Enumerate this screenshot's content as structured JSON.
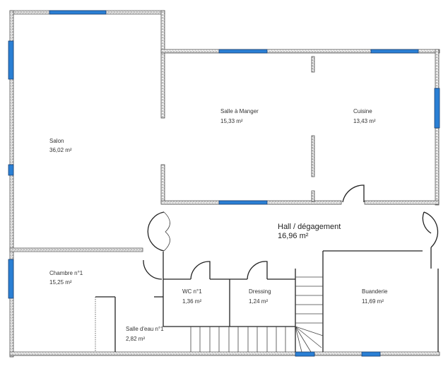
{
  "rooms": [
    {
      "name": "Salon",
      "area": "36,02  m²"
    },
    {
      "name": "Salle à Manger",
      "area": "15,33  m²"
    },
    {
      "name": "Cuisine",
      "area": "13,43  m²"
    },
    {
      "name": "Hall / dégagement",
      "area": "16,96  m²"
    },
    {
      "name": "Chambre n°1",
      "area": "15,25  m²"
    },
    {
      "name": "WC n°1",
      "area": "1,36  m²"
    },
    {
      "name": "Dressing",
      "area": "1,24  m²"
    },
    {
      "name": "Buanderie",
      "area": "11,69  m²"
    },
    {
      "name": "Salle d'eau n°1",
      "area": "2,82  m²"
    }
  ],
  "colors": {
    "window": "#2a7fd4",
    "wall": "#ffffff",
    "line": "#222222"
  }
}
